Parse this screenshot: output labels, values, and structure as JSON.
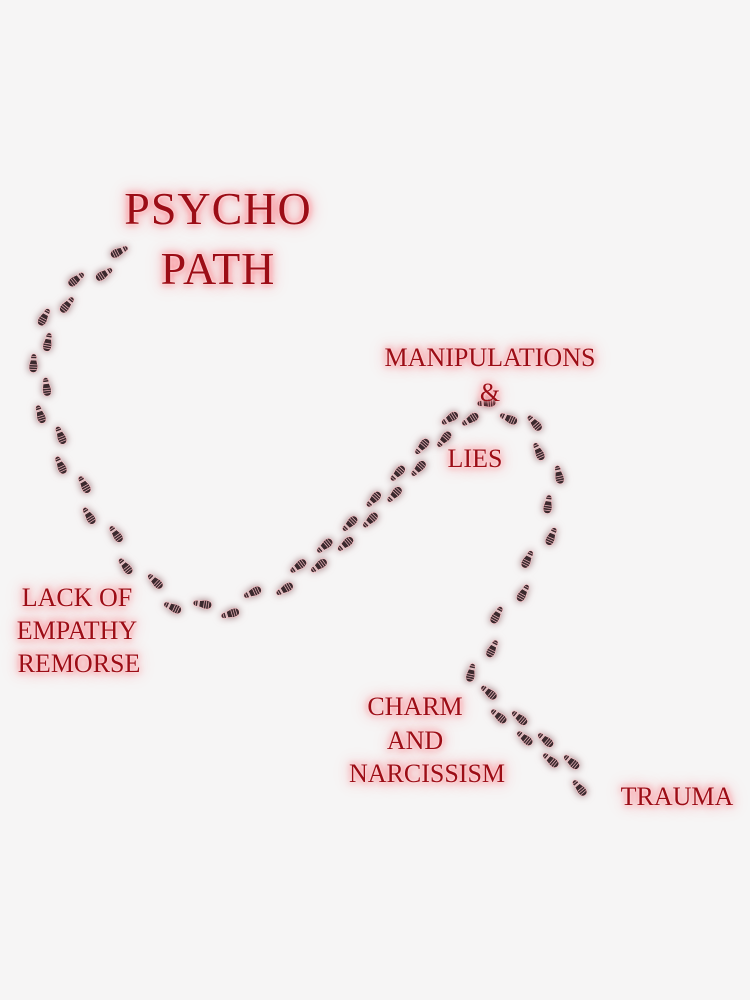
{
  "title": {
    "line1": "PSYCHO",
    "line2": "PATH"
  },
  "labels": {
    "manipulations": {
      "line1": "MANIPULATIONS",
      "line2": "&",
      "line3": "LIES"
    },
    "lack_of_empathy": {
      "line1": "LACK OF",
      "line2": "EMPATHY",
      "line3": "REMORSE"
    },
    "charm": {
      "line1": "CHARM",
      "line2": "AND",
      "line3": "NARCISSISM"
    },
    "trauma": {
      "line1": "TRAUMA"
    }
  },
  "style": {
    "text_color": "#9c0d16",
    "glow_color": "#ff4a5a",
    "footprint_color": "#3a2a2e",
    "background": "#f6f5f5"
  },
  "icons": {
    "trail": "footprint-icon"
  }
}
